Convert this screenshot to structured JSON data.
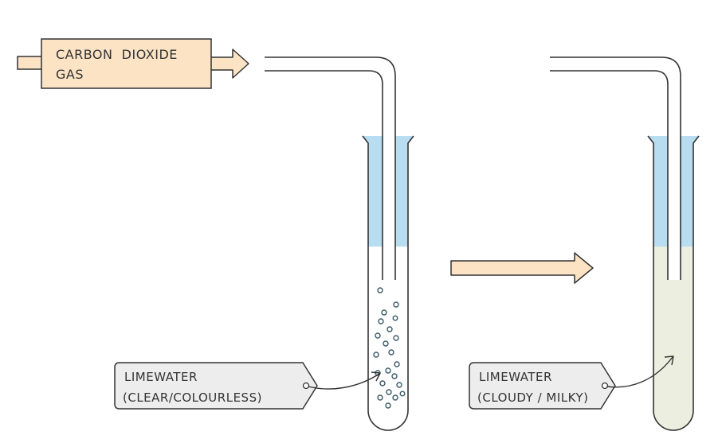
{
  "gas_label": {
    "line1": "CARBON  DIOXIDE",
    "line2": "GAS"
  },
  "tag_left": {
    "line1": "LIMEWATER",
    "line2": "(CLEAR/COLOURLESS)"
  },
  "tag_right": {
    "line1": "LIMEWATER",
    "line2": "(CLOUDY / MILKY)"
  },
  "colors": {
    "stroke": "#333333",
    "arrow_fill": "#fbe3c4",
    "blue_water": "#b8dcf0",
    "milky_water": "#eceedf",
    "tag_fill": "#ededed",
    "bubble_fill": "#ffffff",
    "bubble_stroke": "#3a5a6a"
  }
}
